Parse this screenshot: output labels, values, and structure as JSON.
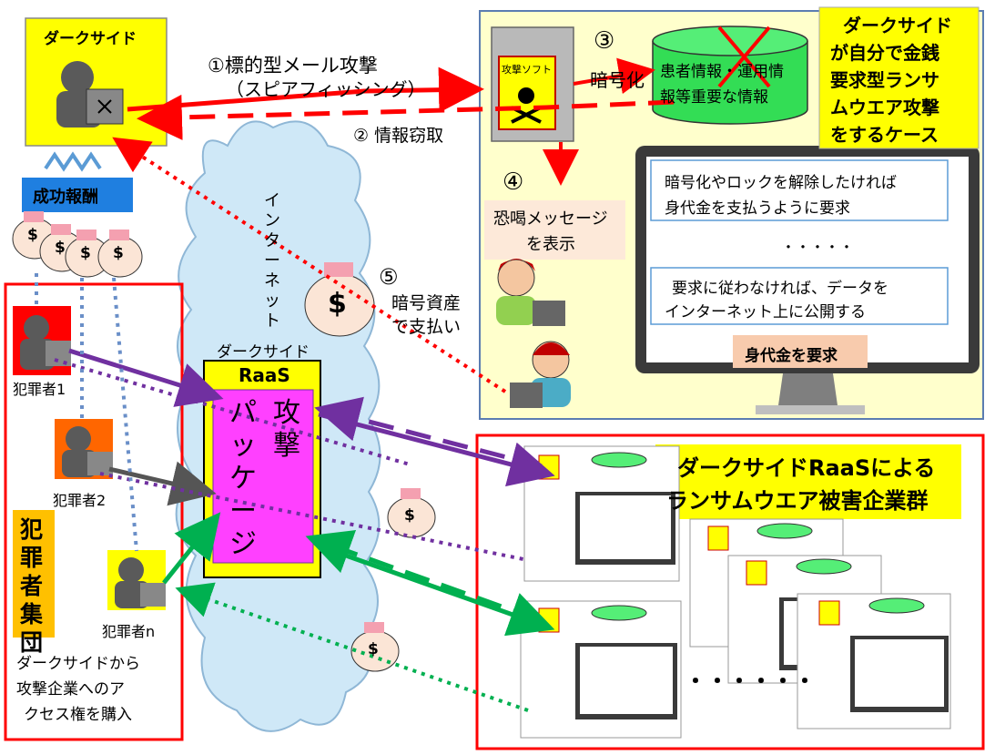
{
  "dark_side_top": {
    "title": "ダークサイド"
  },
  "reward_label": "成功報酬",
  "arrows": {
    "step1_line1": "①標的型メール攻撃",
    "step1_line2": "（スピアフィッシング）",
    "step2": "② 情報窃取",
    "step3_num": "③",
    "step3_text": "暗号化",
    "step4_num": "④",
    "step5_num": "⑤",
    "step5_line1": "暗号資産",
    "step5_line2": "で支払い"
  },
  "internet_label": "インターネット",
  "victim": {
    "software_label": "攻撃ソフト",
    "db_line1": "患者情報・運用情",
    "db_line2": "報等重要な情報",
    "extortion_line1": "恐喝メッセージ",
    "extortion_line2": "を表示",
    "monitor_msg1_line1": "暗号化やロックを解除したければ",
    "monitor_msg1_line2": "身代金を支払うように要求",
    "monitor_ellipsis": "・・・・・",
    "monitor_msg2_line1": "要求に従わなければ、データを",
    "monitor_msg2_line2": "インターネット上に公開する",
    "ransom_button": "身代金を要求"
  },
  "case_note": {
    "line1": "ダークサイド",
    "line2": "が自分で金銭",
    "line3": "要求型ランサ",
    "line4": "ムウエア攻撃",
    "line5": "をするケース"
  },
  "raas": {
    "top_label": "ダークサイド",
    "title": "RaaS",
    "package_col1": "攻撃",
    "package_col2": "パッケージ"
  },
  "criminals": {
    "c1": "犯罪者1",
    "c2": "犯罪者2",
    "cn": "犯罪者n",
    "group": "犯罪者集団",
    "caption_line1": "ダークサイドから",
    "caption_line2": "攻撃企業へのア",
    "caption_line3": "クセス権を購入"
  },
  "victims_group": {
    "title_line1": "ダークサイドRaaSによる",
    "title_line2": "ランサムウエア被害企業群",
    "dots": "・・・・・・"
  },
  "money_symbol": "$",
  "colors": {
    "red": "#ff0000",
    "purple": "#7030a0",
    "green": "#00b050",
    "blue_dotted": "#6a8fc8",
    "yellow": "#ffff00",
    "pale_yellow": "#ffffcc",
    "magenta": "#ff40ff",
    "orange": "#ffc000",
    "cloud": "#cfe8f7",
    "monitor": "#3a3a3a"
  }
}
